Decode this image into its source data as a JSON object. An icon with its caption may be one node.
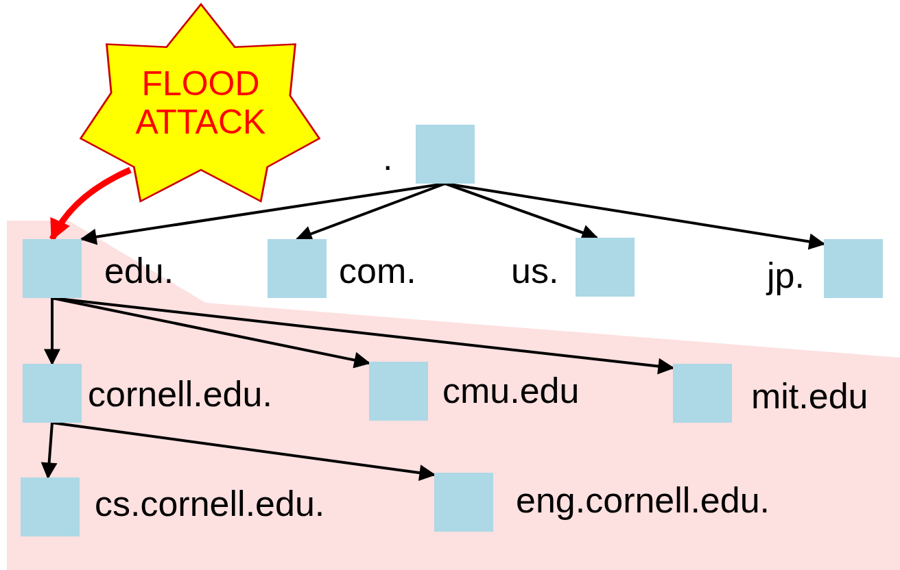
{
  "diagram": {
    "nodes": [
      {
        "text": [],
        "shape": "box",
        "beside": [
          "."
        ]
      },
      {
        "text": [],
        "shape": "box",
        "beside": [
          "edu."
        ]
      },
      {
        "text": [],
        "shape": "box",
        "beside": [
          "com."
        ]
      },
      {
        "text": [],
        "shape": "box",
        "beside": [
          "us."
        ]
      },
      {
        "text": [],
        "shape": "box",
        "beside": [
          "jp."
        ]
      },
      {
        "text": [],
        "shape": "box",
        "beside": [
          "cornell.edu."
        ]
      },
      {
        "text": [],
        "shape": "box",
        "beside": [
          "cmu.edu"
        ]
      },
      {
        "text": [],
        "shape": "box",
        "beside": [
          "mit.edu"
        ]
      },
      {
        "text": [],
        "shape": "box",
        "beside": [
          "cs.cornell.edu."
        ]
      },
      {
        "text": [],
        "shape": "box",
        "beside": [
          "eng.cornell.edu."
        ]
      },
      {
        "text": [
          "FLOOD ATTACK"
        ]
      }
    ],
    "edges": [
      {
        "from": 0,
        "to": 1,
        "arrow": "to"
      },
      {
        "from": 0,
        "to": 2,
        "arrow": "to"
      },
      {
        "from": 0,
        "to": 3,
        "arrow": "to"
      },
      {
        "from": 0,
        "to": 4,
        "arrow": "to"
      },
      {
        "from": 1,
        "to": 5,
        "arrow": "to"
      },
      {
        "from": 1,
        "to": 6,
        "arrow": "to"
      },
      {
        "from": 1,
        "to": 7,
        "arrow": "to"
      },
      {
        "from": 5,
        "to": 8,
        "arrow": "to"
      },
      {
        "from": 5,
        "to": 9,
        "arrow": "to"
      },
      {
        "from": 10,
        "to": 1,
        "arrow": "to",
        "style": "thick",
        "color": "#ff0000"
      }
    ]
  }
}
